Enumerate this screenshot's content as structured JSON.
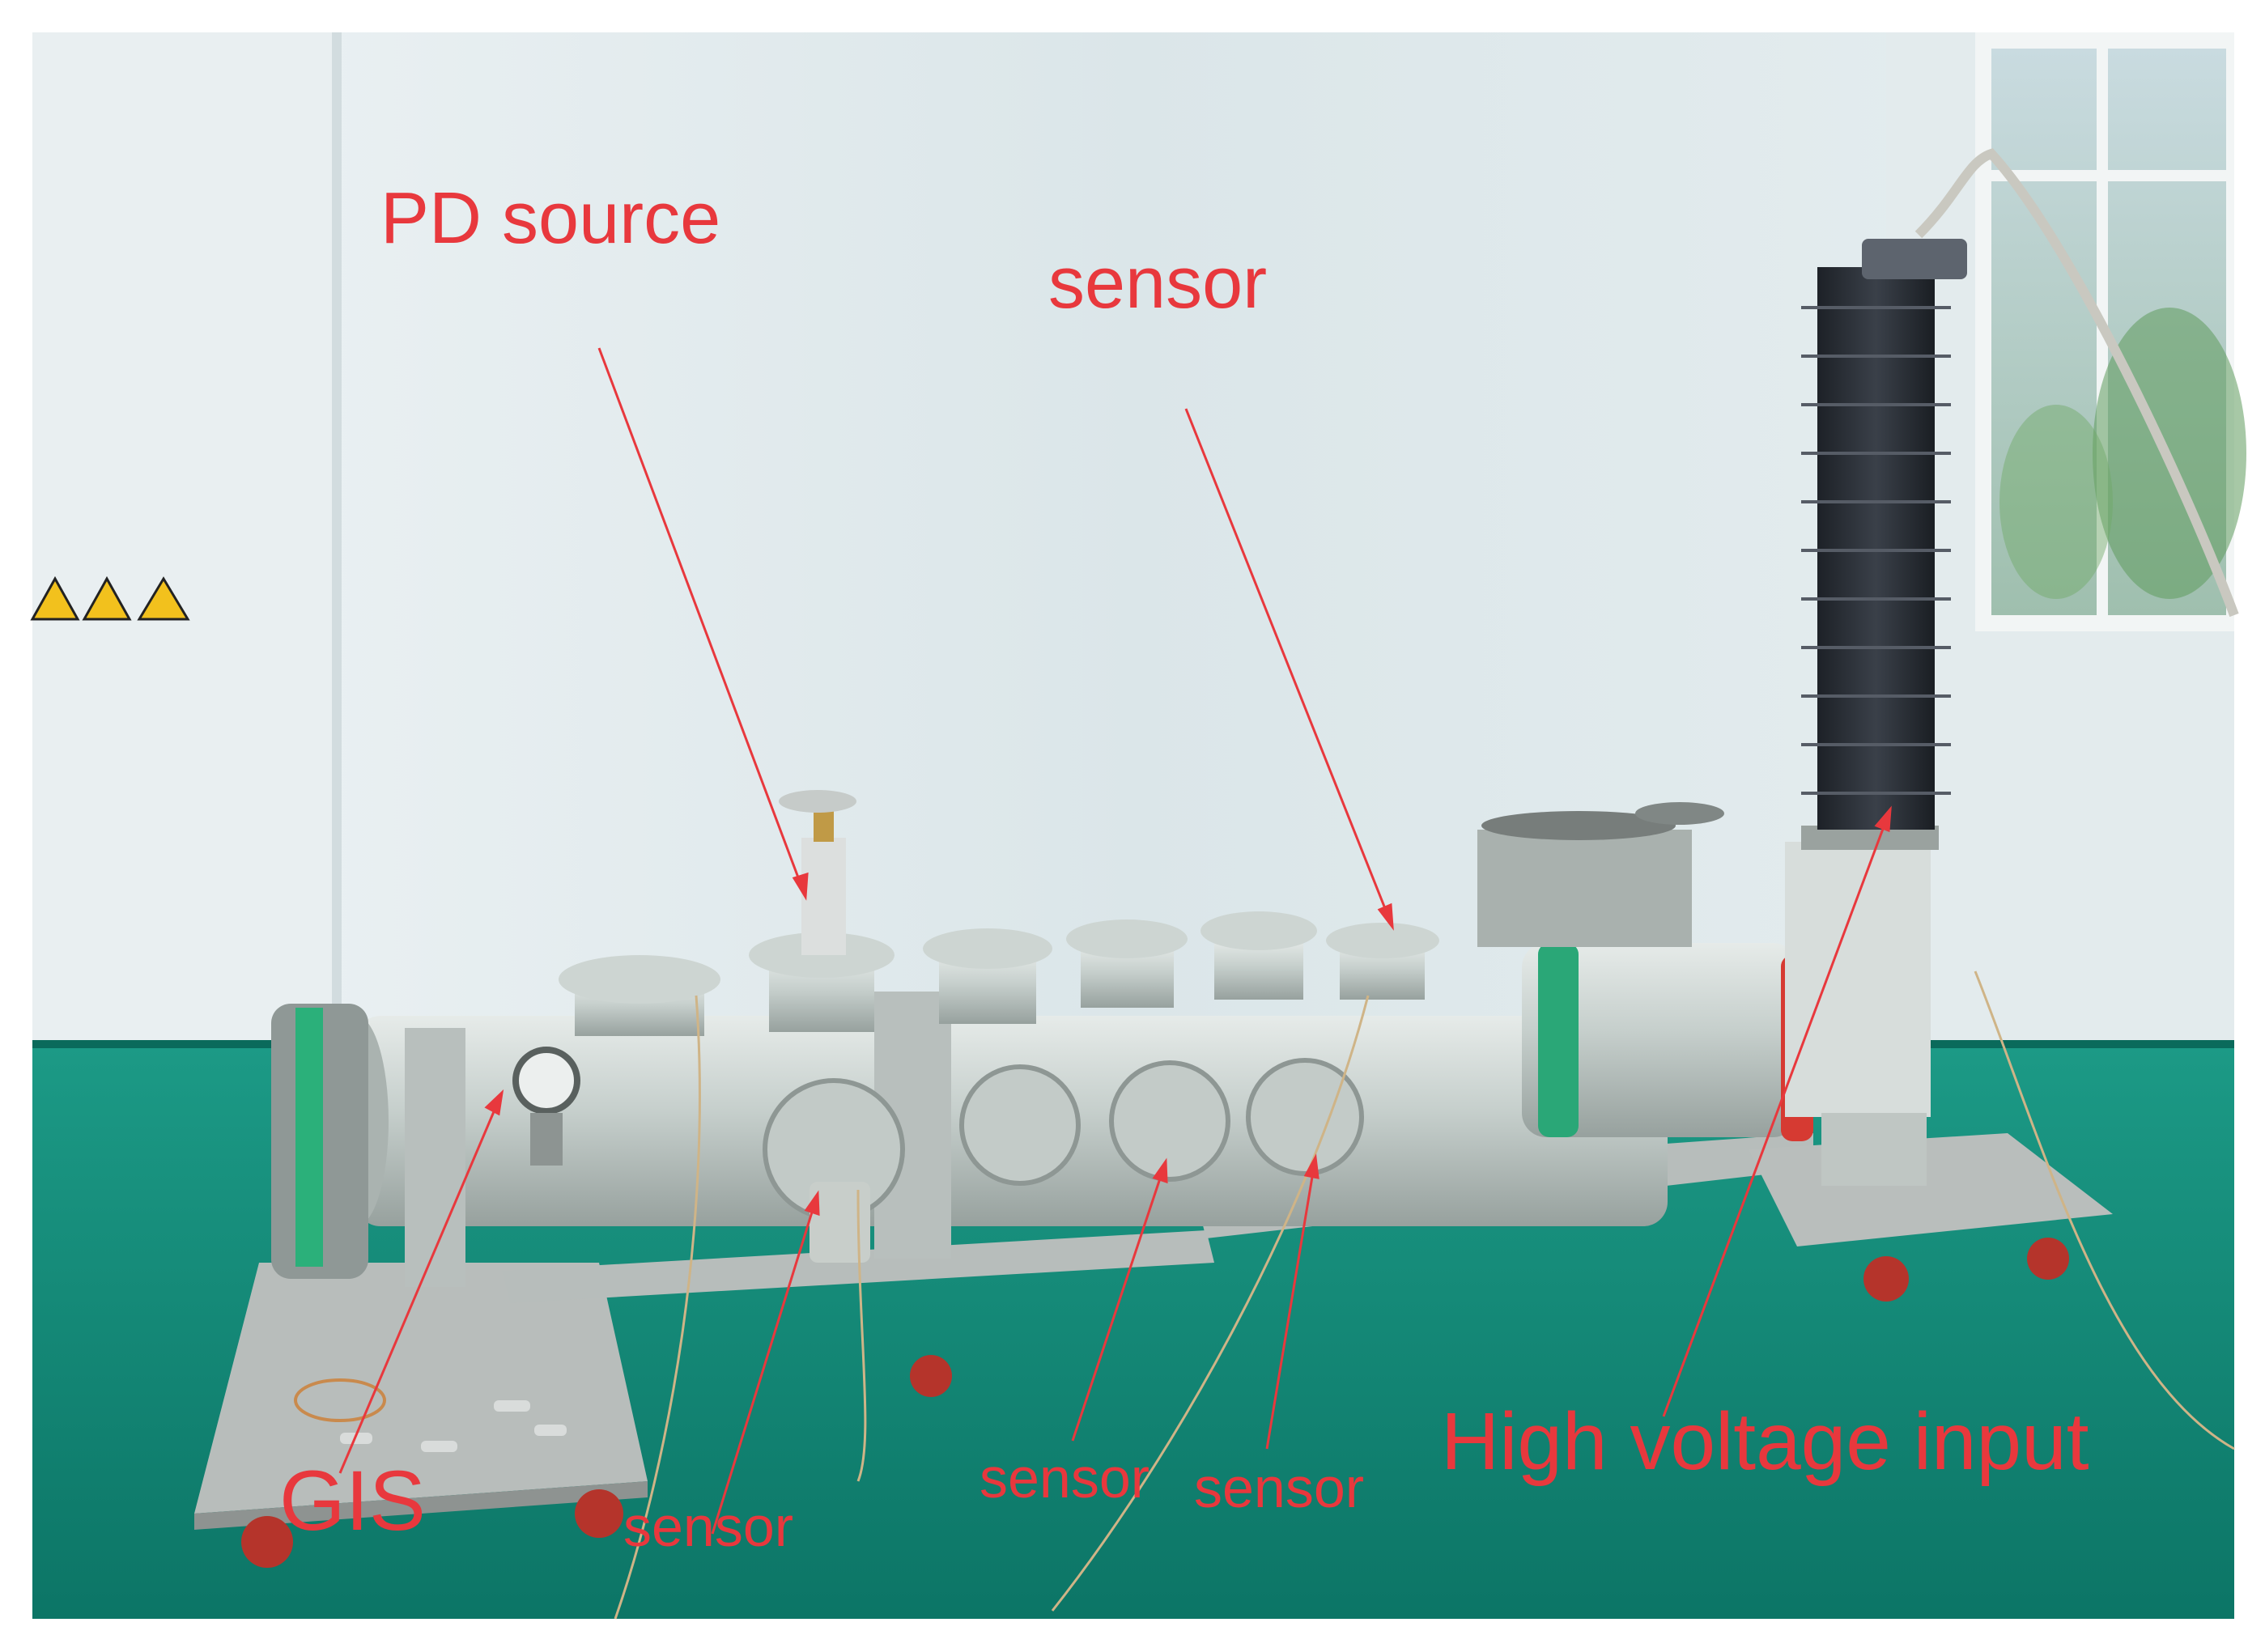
{
  "labels": {
    "pd_source": "PD source",
    "sensor_top": "sensor",
    "gis": "GIS",
    "sensor_bottom_1": "sensor",
    "sensor_bottom_2": "sensor",
    "sensor_bottom_3": "sensor",
    "high_voltage": "High voltage input"
  },
  "colors": {
    "label": "#e8383d",
    "wall": "#dfe9ec",
    "floor": "#0f8a78",
    "gis_body": "#c9d2cf",
    "bushing": "#2b2f36"
  }
}
